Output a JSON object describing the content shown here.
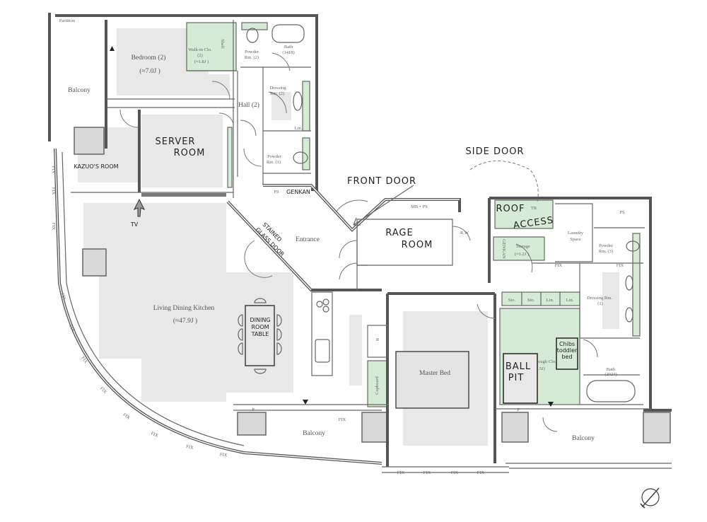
{
  "title": "Apartment floor plan (annotated)",
  "colors": {
    "wall": "#555555",
    "rug": "#e8e8e8",
    "storage_green": "#d6ebd6",
    "column": "#d9d9d9"
  },
  "rooms": {
    "partition": "Partition",
    "balcony_left": "Balcony",
    "bedroom2": {
      "name": "Bedroom (2)",
      "area": "(≈7.0J )"
    },
    "walkin2": {
      "name": "Walk-in Clo.",
      "num": "(2)",
      "area": "(≈1.8J )",
      "shelf": "Shelf"
    },
    "powder2": {
      "line1": "Powder",
      "line2": "Rm. (2)"
    },
    "bath1418": {
      "name": "Bath",
      "size": "(1418)"
    },
    "dressing2": {
      "line1": "Dressing",
      "line2": "Rm. (2)",
      "linen": "Lin."
    },
    "hall2": "Hall (2)",
    "powder1": {
      "line1": "Powder",
      "line2": "Rm. (1)"
    },
    "server_room": {
      "line1": "SERVER",
      "line2": "ROOM"
    },
    "kazuos_room": "KAZUO'S ROOM",
    "ps_genkan": {
      "ps": "PS",
      "genkan": "GENKAN"
    },
    "tv": "TV",
    "ldk": {
      "name": "Living Dining Kitchen",
      "area": "(≈47.9J )"
    },
    "dining_table": {
      "line1": "DINING",
      "line2": "ROOM",
      "line3": "TABLE"
    },
    "stained_glass_door": {
      "line1": "STAINED",
      "line2": "GLASS DOOR"
    },
    "entrance": "Entrance",
    "front_door": "FRONT DOOR",
    "mb_ps": "MB・PS",
    "rage_room": {
      "line1": "RAGE",
      "line2": "ROOM"
    },
    "rw": "R.W",
    "side_door": "SIDE DOOR",
    "roof_access": {
      "line1": "ROOF",
      "small": "TR",
      "line2": "ACCESS"
    },
    "genkan_vertical": "GENKAN",
    "storage": {
      "name": "Storage",
      "area": "(≈1.2J )"
    },
    "laundry": {
      "line1": "Laundry",
      "line2": "Space"
    },
    "ps_right": "PS",
    "powder3": {
      "line1": "Powder",
      "line2": "Rm. (3)"
    },
    "dressing1": {
      "line1": "Dressing Rm.",
      "line2": "(1)"
    },
    "cabinets": [
      "Sto.",
      "Sto.",
      "Lin.",
      "Lin."
    ],
    "walkthrough": {
      "name": "ough Clo.",
      "area": ".5J)"
    },
    "toddler_bed": {
      "line1": "Chibs",
      "line2": "toddler",
      "line3": "bed"
    },
    "ball_pit": {
      "line1": "BALL",
      "line2": "PIT"
    },
    "bath2024": {
      "name": "Bath",
      "size": "(2024)"
    },
    "master_bed": "Master Bed",
    "cupboard": "Cupboard",
    "fridge": "R",
    "p_mark": "P",
    "balcony_mid": "Balcony",
    "balcony_right": "Balcony",
    "fix": "FIX"
  }
}
